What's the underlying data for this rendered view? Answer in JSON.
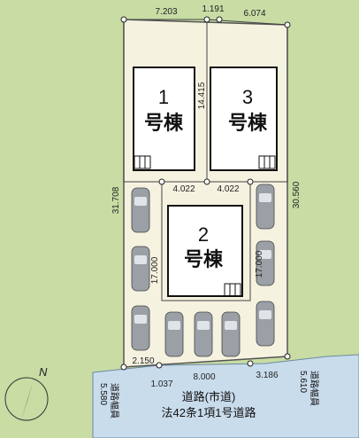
{
  "plots": [
    {
      "id": "1",
      "number": "1",
      "word": "号棟"
    },
    {
      "id": "2",
      "number": "2",
      "word": "号棟"
    },
    {
      "id": "3",
      "number": "3",
      "word": "号棟"
    }
  ],
  "dimensions": {
    "top_left": "7.203",
    "top_mid": "1.191",
    "top_right": "6.074",
    "left_side": "31.708",
    "right_side": "30.560",
    "inner_left": "4.022",
    "inner_right": "4.022",
    "plot3_side": "14.415",
    "plot2_left": "17.000",
    "plot2_right": "17.000",
    "bottom_left": "2.150",
    "bottom_a": "1.037",
    "bottom_b": "8.000",
    "bottom_c": "3.186"
  },
  "road": {
    "line1": "道路(市道)",
    "line2": "法42条1項1号道路",
    "left_label": "道路幅員",
    "left_value": "5.580",
    "right_label": "道路幅員",
    "right_value": "5.610"
  },
  "compass": {
    "label": "N"
  },
  "colors": {
    "background": "#c8dca4",
    "lot": "#f6f2e0",
    "road": "#c9dcec",
    "building": "#ffffff",
    "car": "#9aa0a6"
  }
}
